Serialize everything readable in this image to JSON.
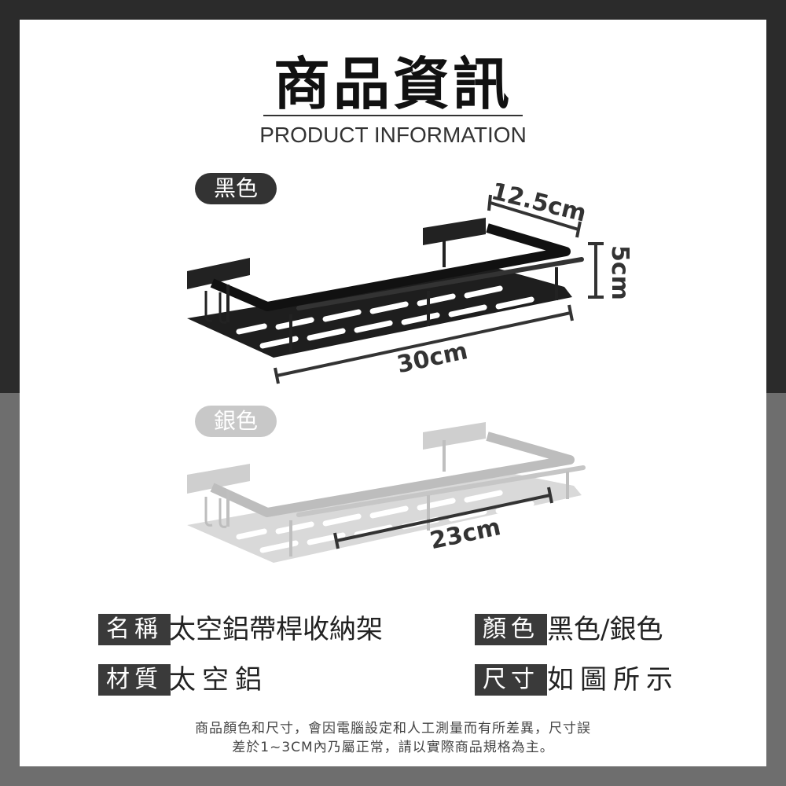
{
  "header": {
    "title": "商品資訊",
    "subtitle": "PRODUCT INFORMATION"
  },
  "variants": {
    "black_label": "黑色",
    "silver_label": "銀色"
  },
  "dimensions": {
    "depth": "12.5cm",
    "height": "5cm",
    "length_outer": "30cm",
    "length_inner": "23cm"
  },
  "specs": {
    "name_label": "名稱",
    "name_value": "太空鋁帶桿收納架",
    "color_label": "顏色",
    "color_value": "黑色/銀色",
    "material_label": "材質",
    "material_value": "太空鋁",
    "size_label": "尺寸",
    "size_value": "如圖所示"
  },
  "footer": {
    "line1": "商品顏色和尺寸，會因電腦設定和人工測量而有所差異，尺寸誤",
    "line2": "差於1~3CM內乃屬正常，請以實際商品規格為主。"
  },
  "colors": {
    "top_band": "#2b2b2b",
    "bottom_band": "#6e6e6e",
    "tag_bg": "#3a3a3a",
    "pill_black": "#333333",
    "pill_silver": "#c8c8c8"
  }
}
